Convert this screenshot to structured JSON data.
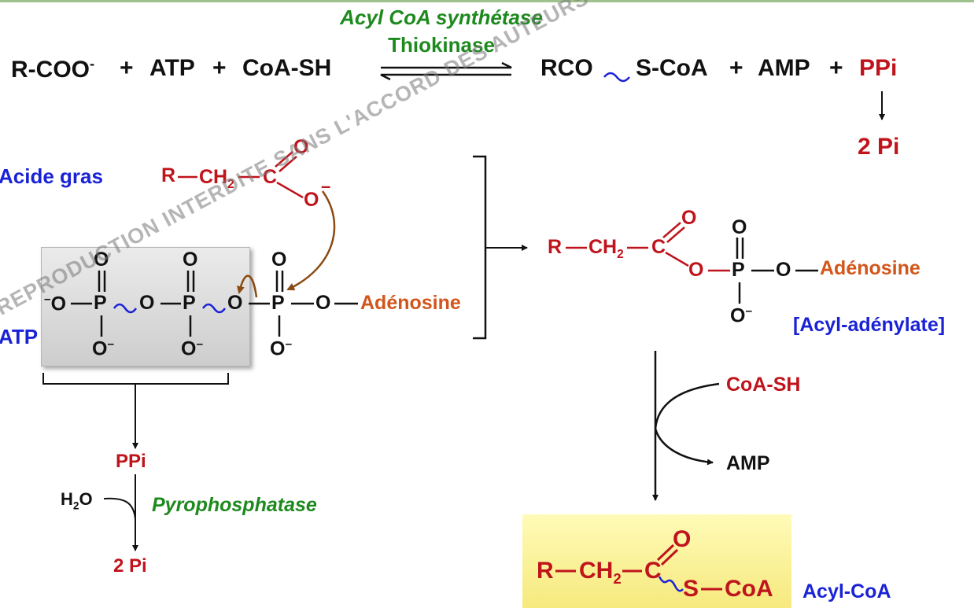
{
  "enzyme": {
    "line1": "Acyl CoA synthétase",
    "line2": "Thiokinase"
  },
  "reaction": {
    "left": "R-COO",
    "left_sup": "-",
    "plus": "+",
    "atp": "ATP",
    "coash": "CoA-SH",
    "product_rco": "RCO",
    "product_scoa": "S-CoA",
    "amp": "AMP",
    "ppi": "PPi",
    "pi2": "2 Pi"
  },
  "labels": {
    "acide_gras": "Acide gras",
    "atp": "ATP",
    "adenosine": "Adénosine",
    "acyl_adenylate": "[Acyl-adénylate]",
    "coash": "CoA-SH",
    "amp": "AMP",
    "ppi": "PPi",
    "h2o_main": "H",
    "h2o_sub": "2",
    "h2o_tail": "O",
    "pyrophosphatase": "Pyrophosphatase",
    "pi2": "2 Pi",
    "acyl_coa": "Acyl-CoA"
  },
  "atoms": {
    "R": "R",
    "CH2": "CH",
    "sub2": "2",
    "C": "C",
    "O": "O",
    "minus": "–",
    "P": "P",
    "Ominus": "O",
    "S": "S",
    "CoA": "CoA",
    "dash": "—"
  },
  "watermark": "REPRODUCTION INTERDITE SANS L'ACCORD DES AUTEURS – FACULTE DE MEDECINE",
  "colors": {
    "black": "#111111",
    "red": "#c0141c",
    "blue": "#1a22d6",
    "green": "#1e8a1e",
    "orange": "#d2561b",
    "brown": "#8a4a12"
  }
}
